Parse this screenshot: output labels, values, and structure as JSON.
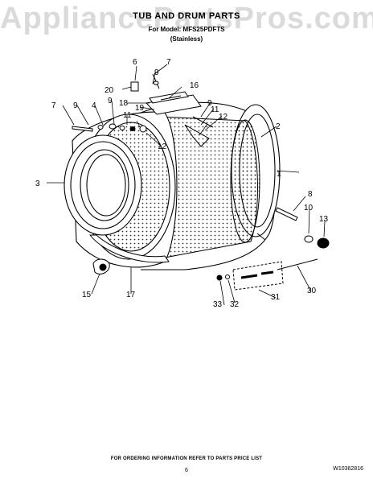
{
  "watermark": "AppliancePartsPros.com",
  "header": {
    "title": "TUB AND DRUM PARTS",
    "model_line": "For Model: MFS25PDFTS",
    "finish_line": "(Stainless)"
  },
  "callouts": [
    {
      "id": "c1",
      "label": "1"
    },
    {
      "id": "c2",
      "label": "2"
    },
    {
      "id": "c3",
      "label": "3"
    },
    {
      "id": "c4",
      "label": "4"
    },
    {
      "id": "c6",
      "label": "6"
    },
    {
      "id": "c7a",
      "label": "7"
    },
    {
      "id": "c7b",
      "label": "7"
    },
    {
      "id": "c8",
      "label": "8"
    },
    {
      "id": "c9a",
      "label": "9"
    },
    {
      "id": "c9b",
      "label": "9"
    },
    {
      "id": "c9c",
      "label": "9"
    },
    {
      "id": "c9d",
      "label": "9"
    },
    {
      "id": "c10",
      "label": "10"
    },
    {
      "id": "c11a",
      "label": "11"
    },
    {
      "id": "c11b",
      "label": "11"
    },
    {
      "id": "c12a",
      "label": "12"
    },
    {
      "id": "c12b",
      "label": "12"
    },
    {
      "id": "c13",
      "label": "13"
    },
    {
      "id": "c15",
      "label": "15"
    },
    {
      "id": "c16",
      "label": "16"
    },
    {
      "id": "c17",
      "label": "17"
    },
    {
      "id": "c18",
      "label": "18"
    },
    {
      "id": "c19",
      "label": "19"
    },
    {
      "id": "c20",
      "label": "20"
    },
    {
      "id": "c30",
      "label": "30"
    },
    {
      "id": "c31",
      "label": "31"
    },
    {
      "id": "c32",
      "label": "32"
    },
    {
      "id": "c33",
      "label": "33"
    }
  ],
  "footer": {
    "note": "FOR ORDERING INFORMATION REFER TO PARTS PRICE LIST",
    "page": "6",
    "doc_number": "W10362816"
  }
}
